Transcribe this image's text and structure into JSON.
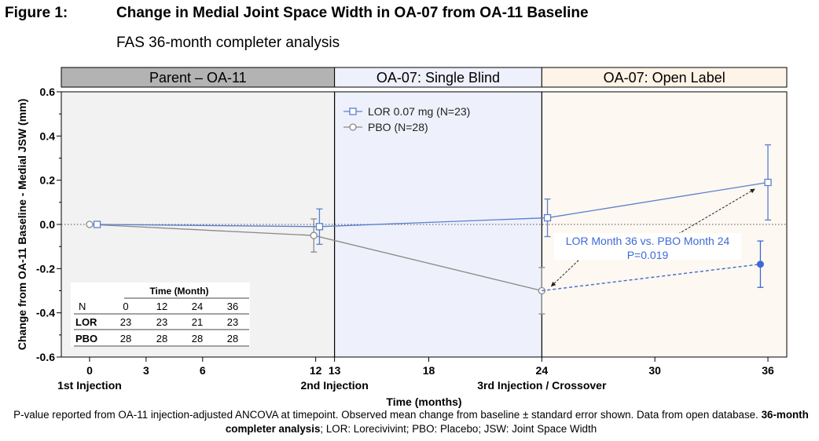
{
  "figure": {
    "label": "Figure 1:",
    "title": "Change in Medial Joint Space Width in OA-07 from OA-11 Baseline",
    "subtitle": "FAS 36-month completer analysis"
  },
  "chart_data": {
    "type": "line",
    "xlabel": "Time (months)",
    "ylabel": "Change from OA-11 Baseline - Medial JSW (mm)",
    "xlim": [
      -1.5,
      37
    ],
    "ylim": [
      -0.6,
      0.6
    ],
    "xticks": [
      0,
      3,
      6,
      12,
      13,
      18,
      24,
      30,
      36
    ],
    "yticks": [
      0.6,
      0.4,
      0.2,
      0.0,
      -0.2,
      -0.4,
      -0.6
    ],
    "ytick_labels": [
      "0.6",
      "0.4",
      "0.2",
      "0.0",
      "-0.2",
      "-0.4",
      "-0.6"
    ],
    "x_annotations": [
      {
        "x": 0,
        "text": "1st Injection"
      },
      {
        "x": 13,
        "text": "2nd Injection"
      },
      {
        "x": 24,
        "text": "3rd Injection / Crossover"
      }
    ],
    "phases": [
      {
        "label": "Parent – OA-11",
        "x_start": -1.5,
        "x_end": 13,
        "color": "#f2f2f2",
        "header_color": "#b3b3b3"
      },
      {
        "label": "OA-07: Single Blind",
        "x_start": 13,
        "x_end": 24,
        "color": "#eef0fb",
        "header_color": "#eef0fb"
      },
      {
        "label": "OA-07: Open Label",
        "x_start": 24,
        "x_end": 37,
        "color": "#fdf8f1",
        "header_color": "#fdf3e6"
      }
    ],
    "series": [
      {
        "name": "LOR 0.07 mg (N=23)",
        "color": "#5a7fd1",
        "marker": "square-open",
        "x": [
          0.4,
          12.2,
          24.3,
          36
        ],
        "y": [
          0.0,
          -0.01,
          0.03,
          0.19
        ],
        "err": [
          0.0,
          0.08,
          0.085,
          0.17
        ]
      },
      {
        "name": "PBO (N=28)",
        "color": "#8a8a8a",
        "marker": "circle-open",
        "x": [
          0,
          11.9,
          24
        ],
        "y": [
          0.0,
          -0.05,
          -0.3
        ],
        "err": [
          0.0,
          0.075,
          0.105
        ]
      }
    ],
    "crossover_series": {
      "color": "#3c6ad6",
      "marker": "circle-filled",
      "x": [
        24,
        35.6
      ],
      "y": [
        -0.3,
        -0.18
      ],
      "err": [
        0,
        0.105
      ]
    },
    "annotation": {
      "line1": "LOR Month 36 vs. PBO Month 24",
      "line2": "P=0.019"
    },
    "n_table": {
      "header": "Time (Month)",
      "columns": [
        "N",
        "0",
        "12",
        "24",
        "36"
      ],
      "rows": [
        {
          "label": "LOR",
          "values": [
            "23",
            "23",
            "21",
            "23"
          ]
        },
        {
          "label": "PBO",
          "values": [
            "28",
            "28",
            "28",
            "28"
          ]
        }
      ]
    }
  },
  "footnote": {
    "text_before_bold": "P-value reported from OA-11 injection-adjusted ANCOVA at timepoint. Observed mean change from baseline ± standard error shown. Data from open database. ",
    "bold": "36-month completer analysis",
    "text_after_bold": "; LOR: Lorecivivint; PBO: Placebo; JSW: Joint Space Width"
  }
}
